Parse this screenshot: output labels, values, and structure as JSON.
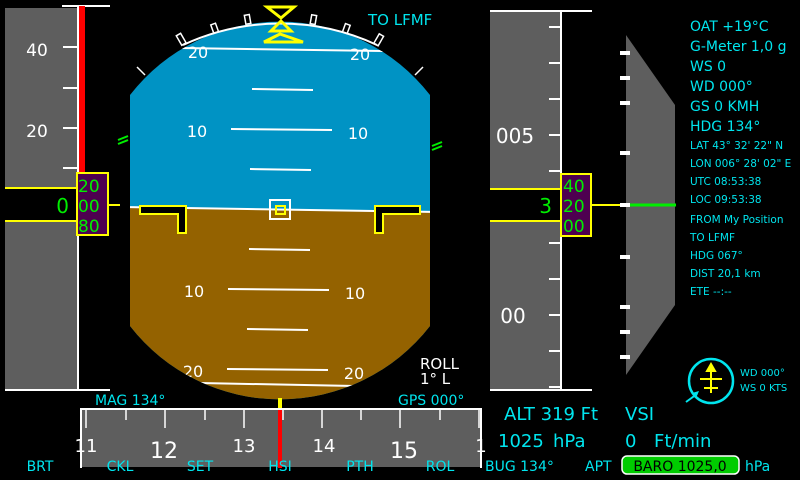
{
  "colors": {
    "sky": "#0093c4",
    "ground": "#946200",
    "tape": "#5e5e5e",
    "accent": "#00e5ee",
    "bug": "#ffff00",
    "box": "#4e0050",
    "green": "#00ee00",
    "red": "#ff0000"
  },
  "speed_tape": {
    "labels": [
      "40",
      "20"
    ],
    "readout": "0",
    "drum": [
      "20",
      "00",
      "80"
    ]
  },
  "alt_tape": {
    "labels": [
      "005",
      "00"
    ],
    "readout": "3",
    "drum": [
      "40",
      "20",
      "00"
    ]
  },
  "adi": {
    "to_label": "TO LFMF",
    "pitch_labels": [
      "20",
      "10",
      "10",
      "20"
    ],
    "roll_label": "ROLL",
    "roll_value": "1° L"
  },
  "info": {
    "oat": "OAT +19°C",
    "gmeter": "G-Meter 1,0 g",
    "ws": "WS 0",
    "wd": "WD 000°",
    "gs": "GS 0 KMH",
    "hdg": "HDG 134°",
    "lat": "LAT 43° 32' 22\" N",
    "lon": "LON 006° 28' 02\" E",
    "utc": "UTC 08:53:38",
    "loc": "LOC 09:53:38",
    "from": "FROM My Position",
    "to": "TO LFMF",
    "nav_hdg": "HDG 067°",
    "dist": "DIST 20,1 km",
    "ete": "ETE --:--"
  },
  "wind": {
    "wd": "WD 000°",
    "ws": "WS 0 KTS"
  },
  "heading": {
    "mag": "MAG 134°",
    "gps": "GPS 000°",
    "labels": [
      "11",
      "12",
      "13",
      "14",
      "15",
      "1"
    ]
  },
  "readouts": {
    "alt": "ALT 319 Ft",
    "vsi": "VSI",
    "pressure": "1025",
    "pressure_unit": "hPa",
    "vs_value": "0",
    "vs_unit": "Ft/min"
  },
  "bottom": {
    "brt": "BRT",
    "ckl": "CKL",
    "set": "SET",
    "hsi": "HSI",
    "pth": "PTH",
    "rol": "ROL",
    "bug": "BUG 134°",
    "apt": "APT",
    "baro": "BARO 1025,0",
    "baro_unit": "hPa"
  }
}
